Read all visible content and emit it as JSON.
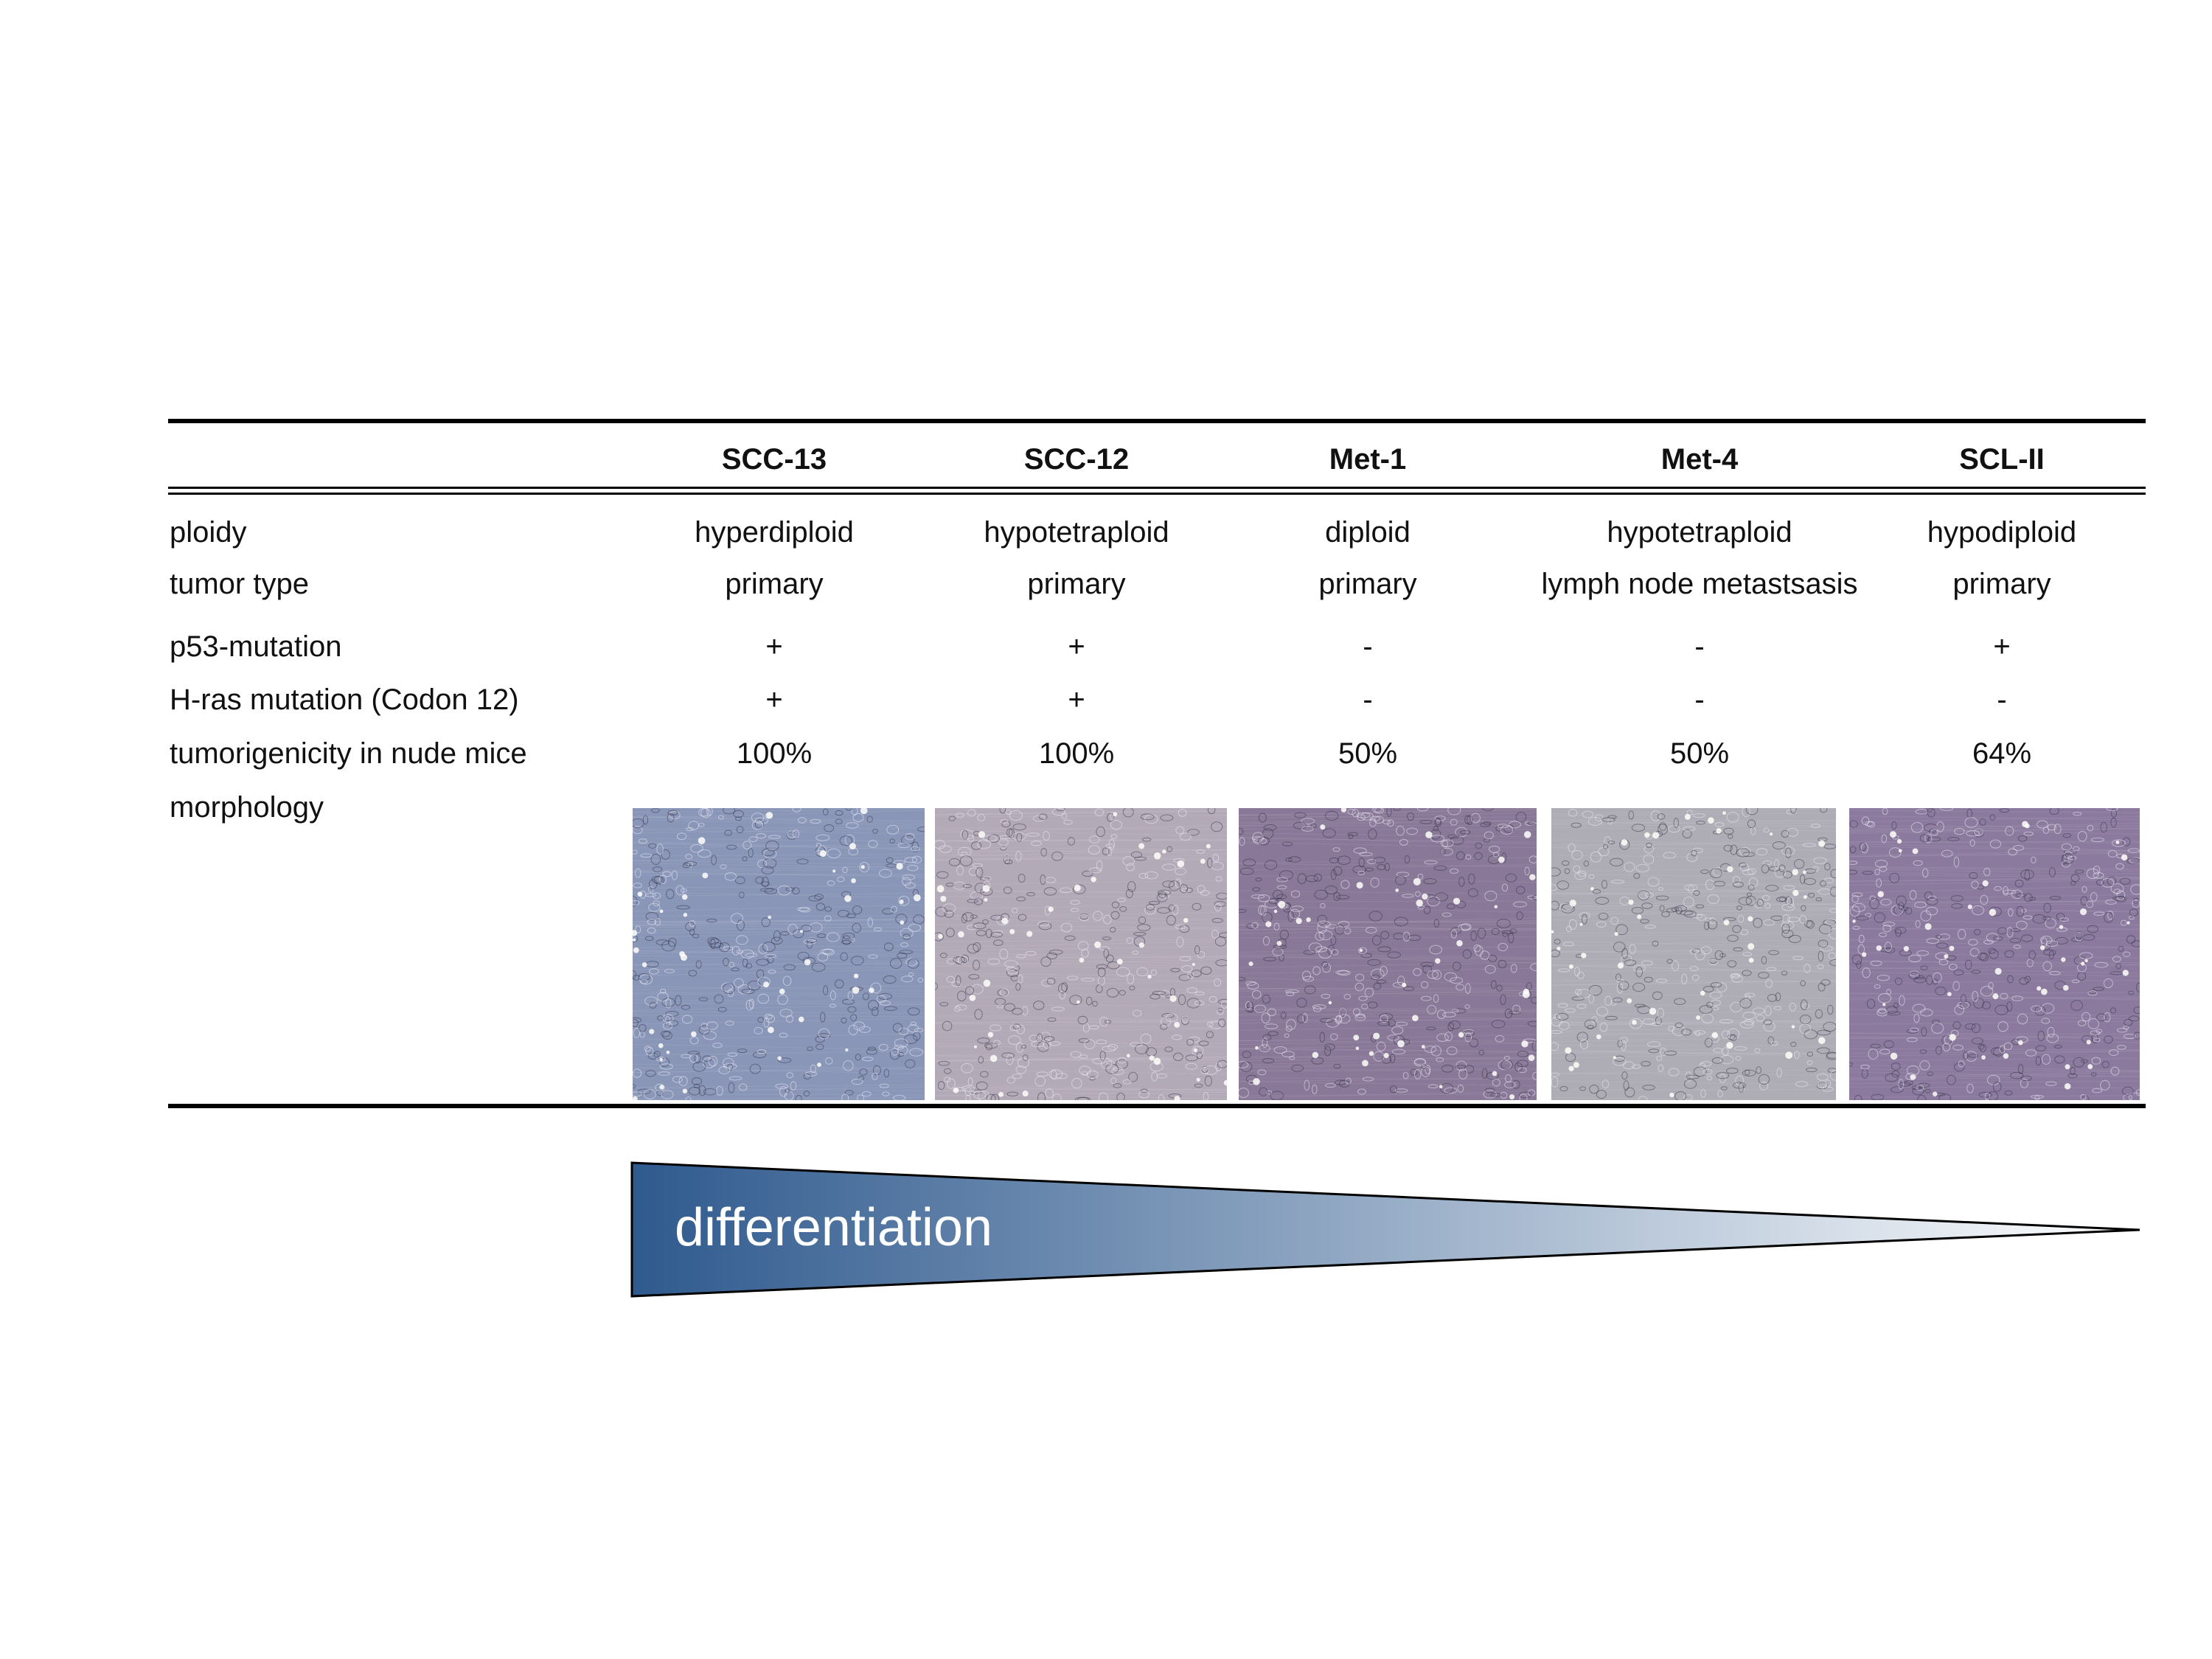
{
  "columns": [
    "SCC-13",
    "SCC-12",
    "Met-1",
    "Met-4",
    "SCL-II"
  ],
  "rows": [
    {
      "label": "ploidy",
      "values": [
        "hyperdiploid",
        "hypotetraploid",
        "diploid",
        "hypotetraploid",
        "hypodiploid"
      ]
    },
    {
      "label": "tumor type",
      "values": [
        "primary",
        "primary",
        "primary",
        "lymph node metastsasis",
        "primary"
      ]
    },
    {
      "label": "p53-mutation",
      "values": [
        "+",
        "+",
        "-",
        "-",
        "+"
      ]
    },
    {
      "label": "H-ras mutation (Codon 12)",
      "values": [
        "+",
        "+",
        "-",
        "-",
        "-"
      ]
    },
    {
      "label": "tumorigenicity in nude mice",
      "values": [
        "100%",
        "100%",
        "50%",
        "50%",
        "64%"
      ]
    }
  ],
  "morphology_label": "morphology",
  "micrograph_colors": [
    "#8a96b8",
    "#b3aab8",
    "#8a7898",
    "#aeadb5",
    "#8c7a9e"
  ],
  "wedge": {
    "label": "differentiation",
    "color_start": "#2f5a8e",
    "color_end": "#ffffff"
  }
}
